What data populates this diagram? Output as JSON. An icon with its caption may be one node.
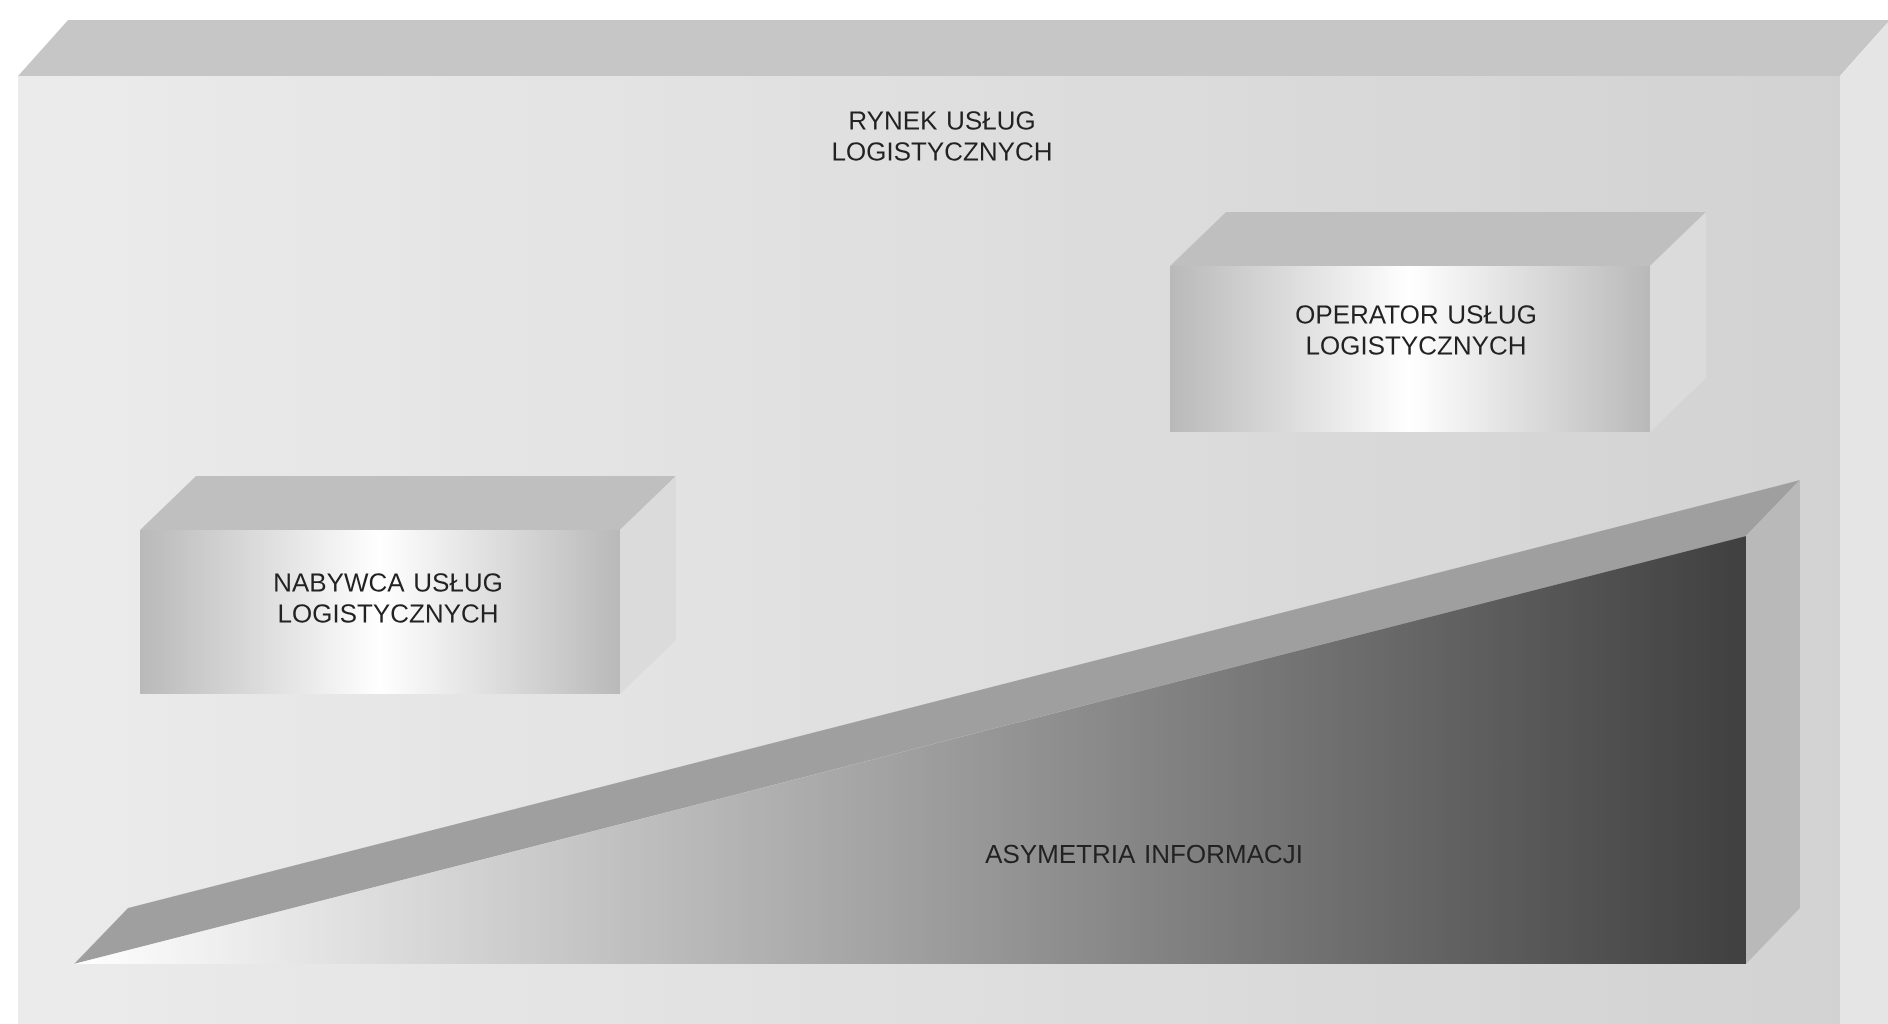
{
  "diagram": {
    "nodes": [
      {
        "text": [
          "RYNEK USŁUG LOGISTYCZNYCH"
        ]
      },
      {
        "text": [
          "NABYWCA USŁUG LOGISTYCZNYCH"
        ],
        "in": 0
      },
      {
        "text": [
          "OPERATOR USŁUG LOGISTYCZNYCH"
        ],
        "in": 0
      },
      {
        "text": [
          "ASYMETRIA INFORMACJI"
        ],
        "in": 0
      }
    ]
  }
}
